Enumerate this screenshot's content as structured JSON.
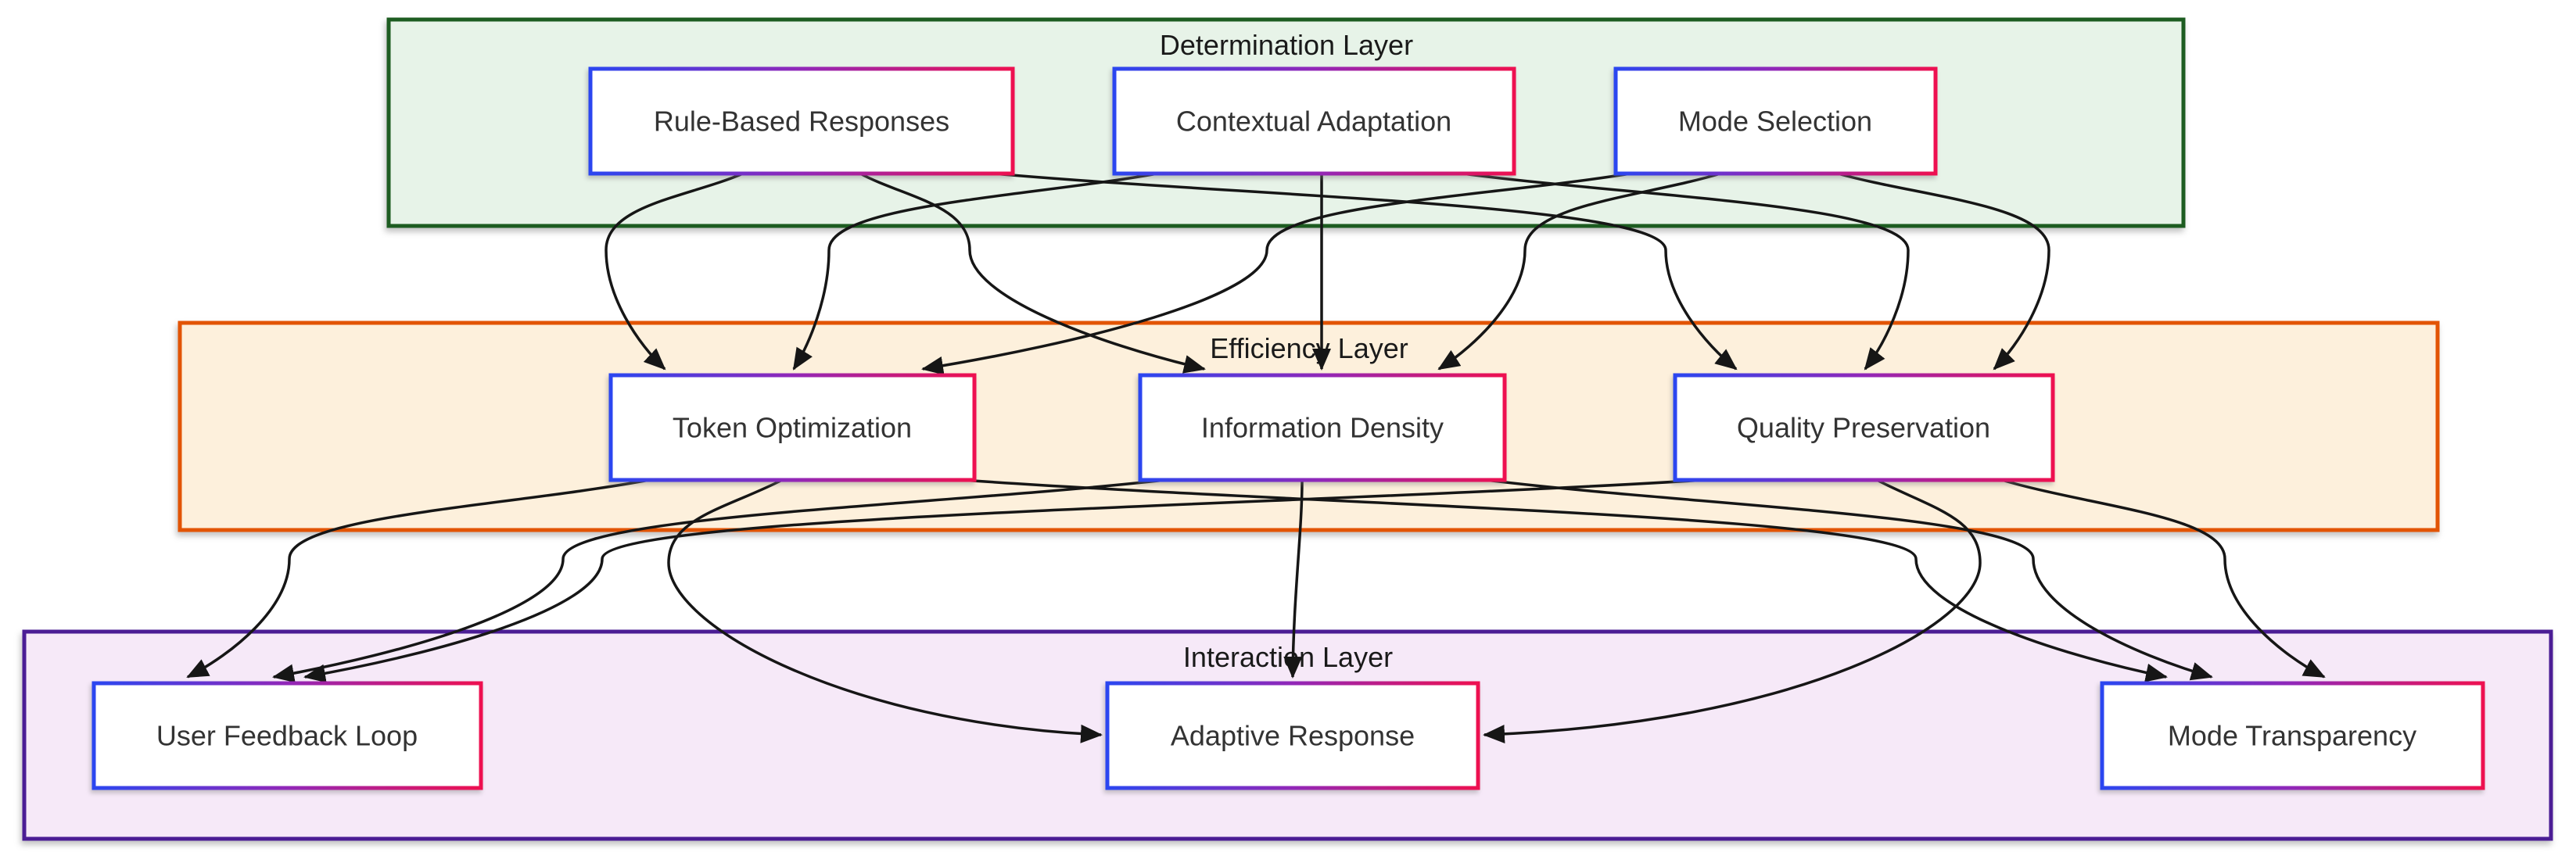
{
  "diagram": {
    "background": "#ffffff",
    "edge_color": "#161616",
    "title_color": "#1a1a1a",
    "node_style": {
      "fill": "#ffffff",
      "text_color": "#333333",
      "border_gradient": {
        "start": "#2b46f0",
        "mid": "#9127b8",
        "end": "#ee1050"
      }
    },
    "layers": [
      {
        "id": "determination",
        "label": "Determination Layer",
        "fill": "#e7f3e8",
        "stroke": "#1d5c21"
      },
      {
        "id": "efficiency",
        "label": "Efficiency Layer",
        "fill": "#fdf0dc",
        "stroke": "#e25405"
      },
      {
        "id": "interaction",
        "label": "Interaction Layer",
        "fill": "#f6e9f8",
        "stroke": "#4b1d95"
      }
    ],
    "nodes": {
      "rule_based": {
        "label": "Rule-Based Responses",
        "layer": "determination"
      },
      "contextual": {
        "label": "Contextual Adaptation",
        "layer": "determination"
      },
      "mode_selection": {
        "label": "Mode Selection",
        "layer": "determination"
      },
      "token_opt": {
        "label": "Token Optimization",
        "layer": "efficiency"
      },
      "info_density": {
        "label": "Information Density",
        "layer": "efficiency"
      },
      "quality": {
        "label": "Quality Preservation",
        "layer": "efficiency"
      },
      "feedback": {
        "label": "User Feedback Loop",
        "layer": "interaction"
      },
      "adaptive": {
        "label": "Adaptive Response",
        "layer": "interaction"
      },
      "transparency": {
        "label": "Mode Transparency",
        "layer": "interaction"
      }
    },
    "edges": [
      {
        "from": "rule_based",
        "to": "token_opt"
      },
      {
        "from": "rule_based",
        "to": "info_density"
      },
      {
        "from": "rule_based",
        "to": "quality"
      },
      {
        "from": "contextual",
        "to": "token_opt"
      },
      {
        "from": "contextual",
        "to": "info_density"
      },
      {
        "from": "contextual",
        "to": "quality"
      },
      {
        "from": "mode_selection",
        "to": "token_opt"
      },
      {
        "from": "mode_selection",
        "to": "info_density"
      },
      {
        "from": "mode_selection",
        "to": "quality"
      },
      {
        "from": "token_opt",
        "to": "feedback"
      },
      {
        "from": "token_opt",
        "to": "adaptive"
      },
      {
        "from": "token_opt",
        "to": "transparency"
      },
      {
        "from": "info_density",
        "to": "feedback"
      },
      {
        "from": "info_density",
        "to": "adaptive"
      },
      {
        "from": "info_density",
        "to": "transparency"
      },
      {
        "from": "quality",
        "to": "feedback"
      },
      {
        "from": "quality",
        "to": "adaptive"
      },
      {
        "from": "quality",
        "to": "transparency"
      }
    ]
  }
}
